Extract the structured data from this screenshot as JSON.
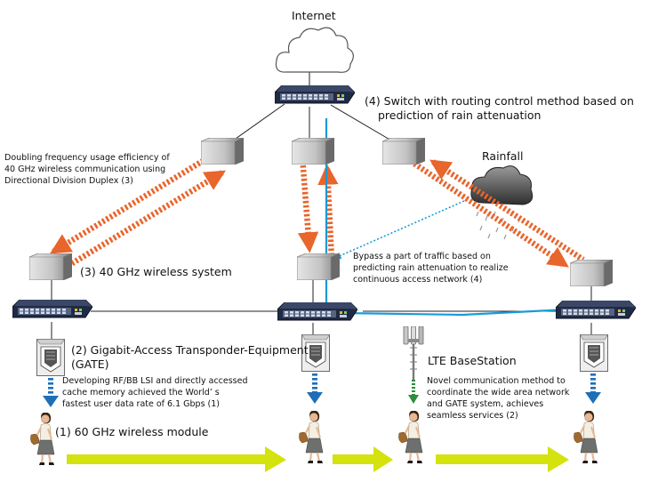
{
  "labels": {
    "internet": "Internet",
    "switch_title_line1": "(4) Switch with routing control method based on",
    "switch_title_line2": "prediction of rain attenuation",
    "rainfall": "Rainfall",
    "ddd_line1": "Doubling frequency usage efficiency of",
    "ddd_line2": "40 GHz wireless communication using",
    "ddd_line3": "Directional Division Duplex (3)",
    "wireless_system": "(3) 40 GHz wireless system",
    "bypass_line1": "Bypass a part of traffic based on",
    "bypass_line2": "predicting rain attenuation to realize",
    "bypass_line3": "continuous access network (4)",
    "gate_line1": "(2) Gigabit-Access Transponder-Equipment",
    "gate_line2": "(GATE)",
    "lte": "LTE BaseStation",
    "rfbb_line1": "Developing RF/BB LSI and directly accessed",
    "rfbb_line2": "cache memory achieved the World’ s",
    "rfbb_line3": "fastest user data rate of 6.1 Gbps (1)",
    "novel_line1": "Novel communication method to",
    "novel_line2": "coordinate the wide area network",
    "novel_line3": "and GATE system, achieves",
    "novel_line4": "seamless services (2)",
    "module": "(1) 60 GHz wireless module"
  },
  "colors": {
    "wireless_link": "#e8652c",
    "bypass_route": "#1a9ad6",
    "user_motion": "#d4e20e",
    "downlink": "#1f6fb8",
    "lte_downlink": "#2f8c3e",
    "device_gray": "#a9a9a9",
    "switch_navy": "#1f2a44"
  }
}
